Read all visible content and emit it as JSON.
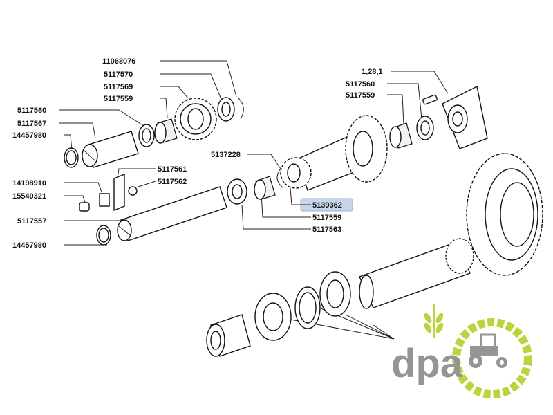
{
  "labels": {
    "l1": "11068076",
    "l2": "5117570",
    "l3": "5117569",
    "l4": "5117559",
    "l5": "5117560",
    "l6": "5117567",
    "l7": "14457980",
    "l8": "5137228",
    "l9": "5117561",
    "l10": "5117562",
    "l11": "14198910",
    "l12": "15540321",
    "l13": "5117557",
    "l14": "14457980",
    "l15": "1,28,1",
    "l16": "5117560",
    "l17": "5117559",
    "l18": "5139362",
    "l19": "5117559",
    "l20": "5117563"
  },
  "highlighted_part": "5139362",
  "logo": {
    "text": "dpa",
    "colors": {
      "text": "#8a8a8a",
      "accent": "#b5cf2a"
    }
  }
}
